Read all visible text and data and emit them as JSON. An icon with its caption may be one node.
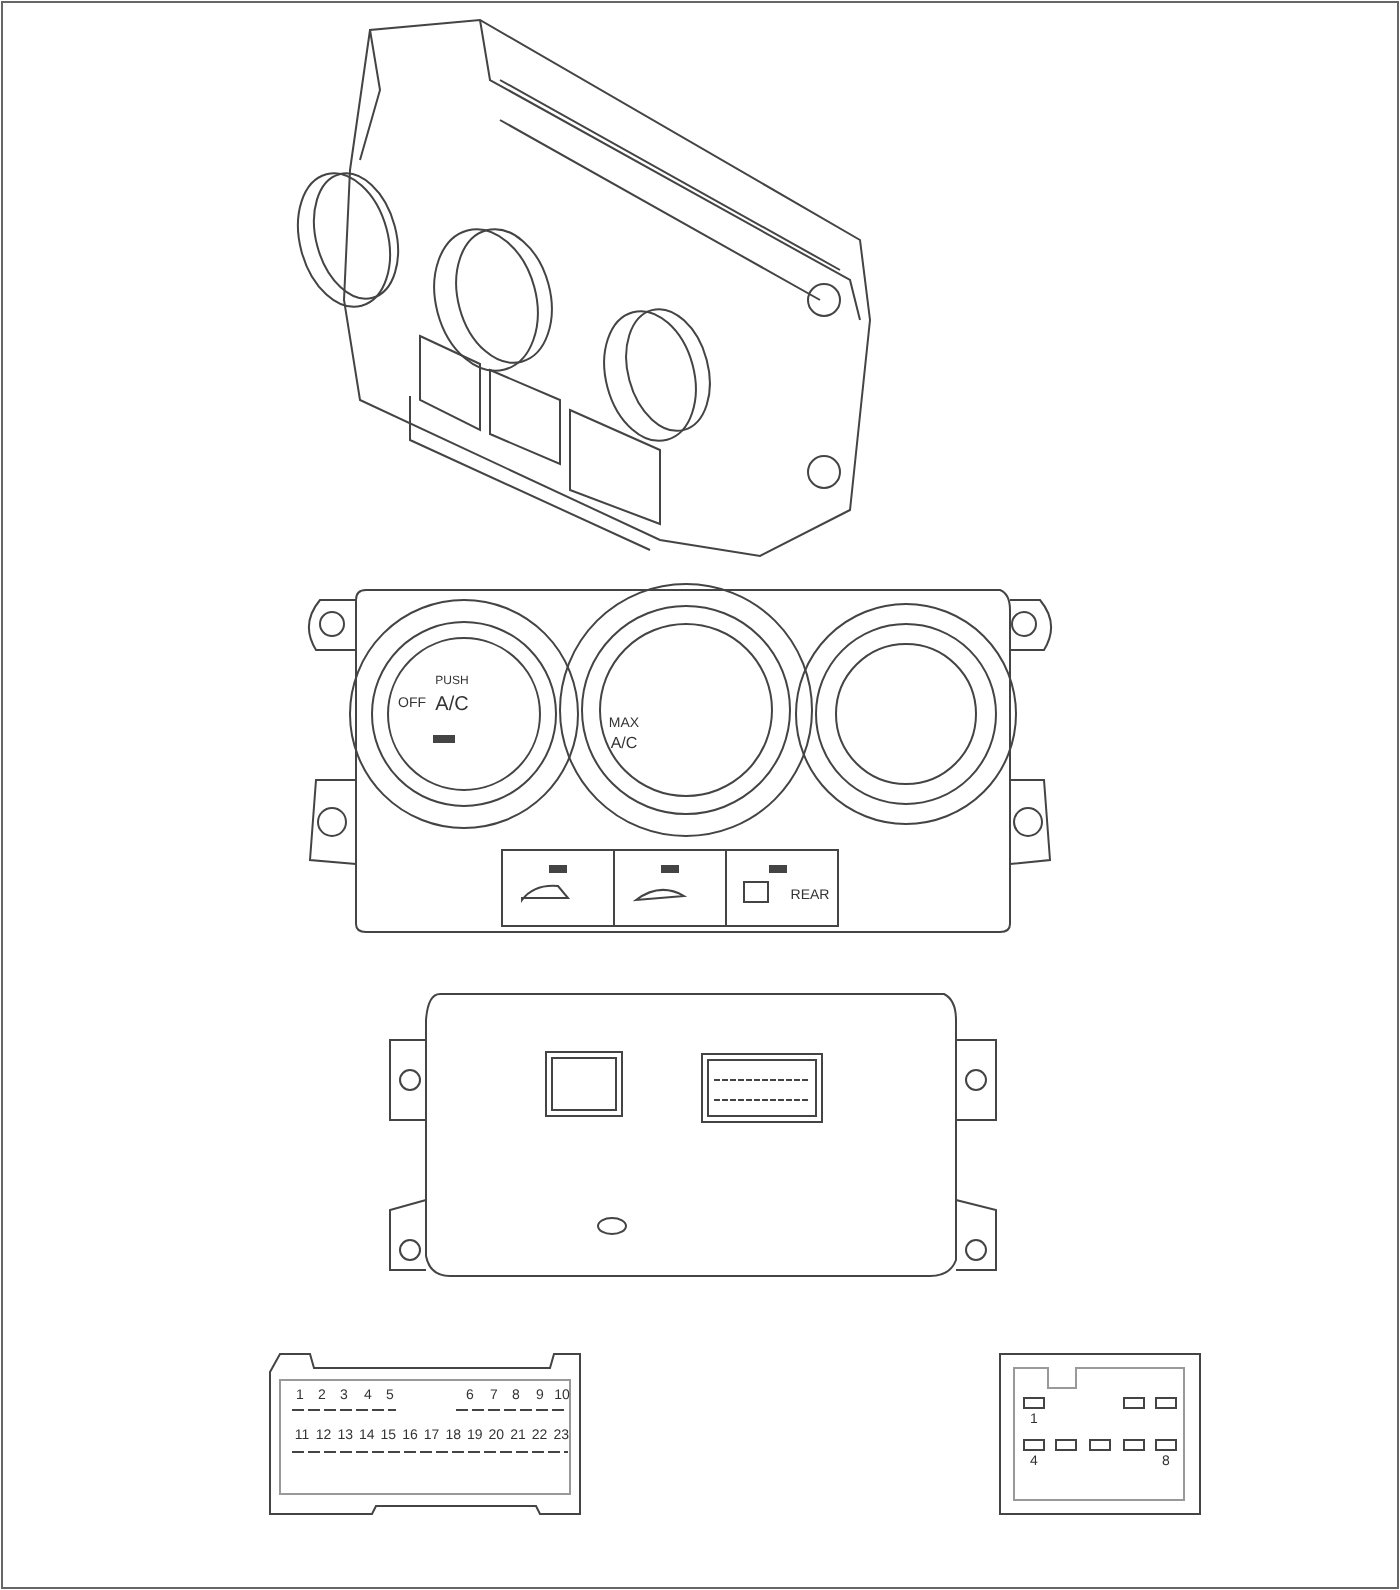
{
  "diagram": {
    "labels": [
      "OFF",
      "PUSH",
      "A/C",
      "MAX",
      "A/C",
      "REAR",
      "1",
      "2",
      "3",
      "4",
      "5",
      "6",
      "7",
      "8",
      "9",
      "10",
      "11",
      "12",
      "13",
      "14",
      "15",
      "16",
      "17",
      "18",
      "19",
      "20",
      "21",
      "22",
      "23",
      "1",
      "4",
      "8"
    ]
  }
}
